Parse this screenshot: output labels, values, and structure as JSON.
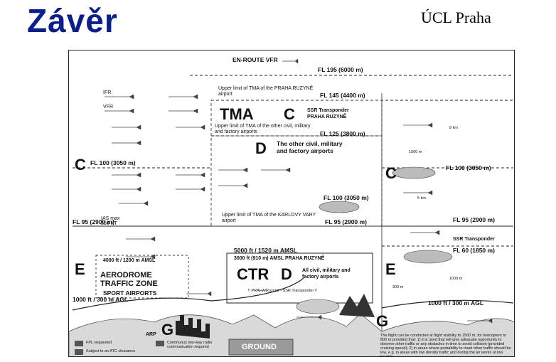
{
  "title": "Závěr",
  "organization": "ÚCL Praha",
  "diagram": {
    "enroute": "EN-ROUTE VFR",
    "fl195": "FL 195 (6000 m)",
    "tma_upper": "Upper limit of TMA of the PRAHA RUZYNĚ airport",
    "fl145": "FL 145 (4400 m)",
    "tma_letters": "TMA",
    "tma_class": "C",
    "ssr_praha": "SSR Transponder PRAHA RUZYNĚ",
    "tma_upper_other": "Upper limit of TMA of the other civil, military and factory airports",
    "fl125": "FL 125 (3800 m)",
    "class_c": "C",
    "class_d": "D",
    "class_e": "E",
    "other_airports": "The other civil, military and factory airports",
    "fl100_left": "FL 100 (3050 m)",
    "fl100_mid": "FL 100 (3050 m)",
    "fl100_right": "FL 100 (3050 m)",
    "fl95_left": "FL 95 (2900 m)",
    "fl95_mid": "FL 95 (2900 m)",
    "fl95_right": "FL 95 (2900 m)",
    "karlovy_vary": "Upper limit of TMA of the KARLOVY VARY airport",
    "ias_250": "IAS max 250 KT",
    "ifr": "IFR",
    "vfr": "VFR",
    "ssr_transponder": "SSR Transponder",
    "fl60": "FL 60 (1850 m)",
    "amsl_5000": "5000 ft / 1520 m AMSL",
    "amsl_3000": "3000 ft (910 m) AMSL PRAHA RUZYNĚ",
    "amsl_4000": "4000 ft / 1200 m AMSL",
    "ctr": "CTR",
    "ctr_class": "D",
    "ctr_desc": "All civil, military and factory airports",
    "ctr_note": "!! PRAHA/Ruzyně - SSR Transponder !!",
    "atz_title": "AERODROME TRAFFIC ZONE",
    "atz_sub": "SPORT AIRPORTS",
    "agl_left": "1000 ft / 300 m AGL",
    "agl_right": "1000 ft / 300 m AGL",
    "class_g": "G",
    "ground": "GROUND",
    "legend_fpl": "FPL requested",
    "legend_atc": "Subject to an ATC clearance",
    "legend_radio": "Continuous two-way radio communication required",
    "notes": "The flight can be conducted at flight visibility to 1500 m, for helicopters to 800 m provided that: 1) it is used that will give adequate opportunity to observe other traffic or any obstacles in time to avoid collision (provided cruising speed); 2) in areas where probability to meet other traffic should be low, e.g. in areas with low density traffic and during the air works at low heights.",
    "vis_5km": "5 km",
    "vis_8km": "8 km",
    "dist_1500": "1500 m",
    "dist_300": "300 m",
    "dist_1000": "1000 m",
    "arp": "ARP"
  }
}
